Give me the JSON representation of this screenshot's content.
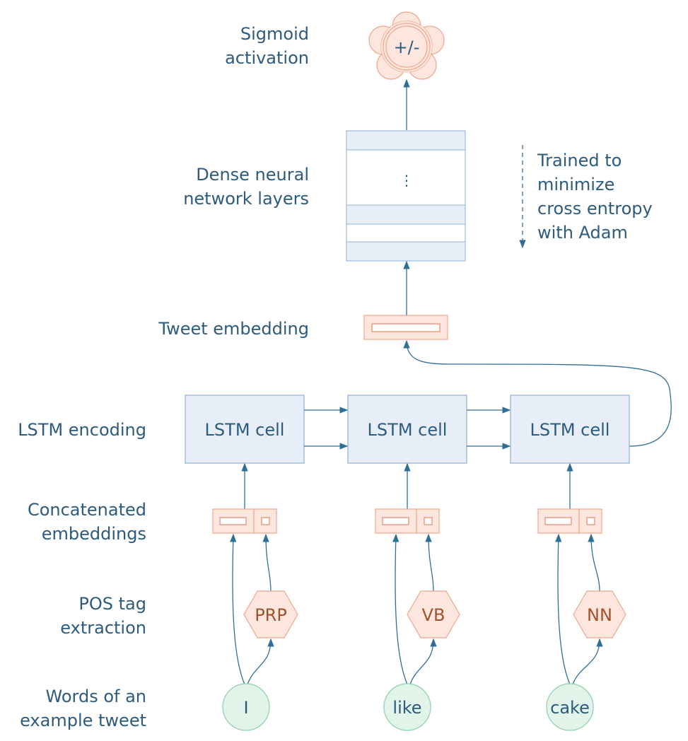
{
  "row_labels": {
    "sigmoid_line1": "Sigmoid",
    "sigmoid_line2": "activation",
    "dense_line1": "Dense neural",
    "dense_line2": "network layers",
    "tweet_embedding": "Tweet embedding",
    "lstm_encoding": "LSTM encoding",
    "concat_line1": "Concatenated",
    "concat_line2": "embeddings",
    "pos_line1": "POS tag",
    "pos_line2": "extraction",
    "words_line1": "Words of an",
    "words_line2": "example tweet"
  },
  "output_node": {
    "label": "+/-"
  },
  "dense": {
    "ellipsis": "⋮"
  },
  "training_note": {
    "line1": "Trained to",
    "line2": "minimize",
    "line3": "cross entropy",
    "line4": "with Adam"
  },
  "lstm_cells": [
    {
      "label": "LSTM cell"
    },
    {
      "label": "LSTM cell"
    },
    {
      "label": "LSTM cell"
    }
  ],
  "pos_tags": [
    {
      "label": "PRP"
    },
    {
      "label": "VB"
    },
    {
      "label": "NN"
    }
  ],
  "words": [
    {
      "label": "I"
    },
    {
      "label": "like"
    },
    {
      "label": "cake"
    }
  ]
}
